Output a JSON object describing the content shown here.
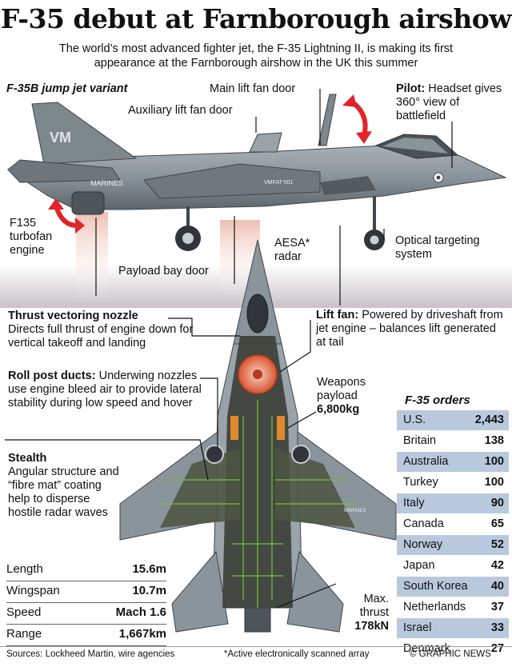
{
  "title": "F-35 debut at Farnborough airshow",
  "subtitle": "The world’s most advanced fighter jet, the F-35 Lightning II, is making its first appearance at the Farnborough airshow in the UK this summer",
  "side_view": {
    "variant_label": "F-35B jump jet variant",
    "labels": {
      "main_lift_fan_door": "Main lift fan door",
      "aux_lift_fan_door": "Auxiliary lift fan door",
      "pilot_title": "Pilot:",
      "pilot_desc": "Headset gives 360° view of battlefield",
      "engine": "F135 turbofan engine",
      "aesa": "AESA* radar",
      "optical": "Optical targeting system",
      "payload_door": "Payload bay door",
      "fuselage_marking": "MARINES",
      "tail_code": "VMFAT-501",
      "tail_letters": "VM"
    }
  },
  "callouts": {
    "thrust_title": "Thrust vectoring nozzle",
    "thrust_desc": "Directs full thrust of engine down for vertical takeoff and landing",
    "roll_title": "Roll post ducts:",
    "roll_desc": "Underwing nozzles use engine bleed air to provide lateral stability during low speed and hover",
    "stealth_title": "Stealth",
    "stealth_desc": "Angular structure and “fibre mat” coating help to disperse hostile radar waves",
    "lift_title": "Lift fan:",
    "lift_desc": "Powered by driveshaft from jet engine – balances lift generated at tail",
    "weapons_label": "Weapons payload",
    "weapons_value": "6,800kg",
    "max_thrust_label": "Max. thrust",
    "max_thrust_value": "178kN",
    "wing_marking": "MARINES"
  },
  "orders": {
    "heading": "F-35 orders",
    "rows": [
      {
        "country": "U.S.",
        "count": "2,443"
      },
      {
        "country": "Britain",
        "count": "138"
      },
      {
        "country": "Australia",
        "count": "100"
      },
      {
        "country": "Turkey",
        "count": "100"
      },
      {
        "country": "Italy",
        "count": "90"
      },
      {
        "country": "Canada",
        "count": "65"
      },
      {
        "country": "Norway",
        "count": "52"
      },
      {
        "country": "Japan",
        "count": "42"
      },
      {
        "country": "South Korea",
        "count": "40"
      },
      {
        "country": "Netherlands",
        "count": "37"
      },
      {
        "country": "Israel",
        "count": "33"
      },
      {
        "country": "Denmark",
        "count": "27"
      }
    ]
  },
  "specs": [
    {
      "label": "Length",
      "value": "15.6m"
    },
    {
      "label": "Wingspan",
      "value": "10.7m"
    },
    {
      "label": "Speed",
      "value": "Mach 1.6"
    },
    {
      "label": "Range",
      "value": "1,667km"
    }
  ],
  "footer": {
    "sources": "Sources: Lockheed Martin, wire agencies",
    "footnote": "*Active electronically scanned array",
    "credit": "© GRAPHIC NEWS"
  },
  "colors": {
    "jet_grey": "#8a949c",
    "jet_dark": "#5d666d",
    "accent_red": "#e0242a",
    "blueprint_green": "#7bbf3a",
    "table_shade": "#b9c9dd"
  }
}
